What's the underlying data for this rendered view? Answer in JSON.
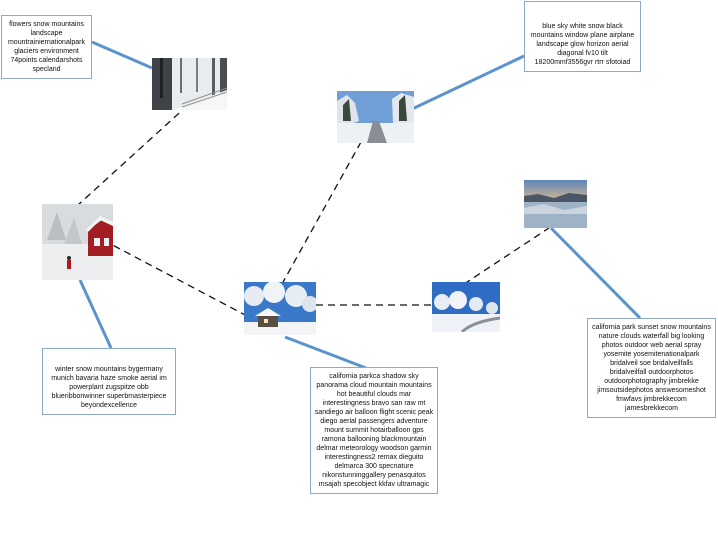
{
  "nodes": [
    {
      "id": "n1",
      "label": "flowers snow mountains landscape mountrainiernationalpark glaciers environment 74points calendarshots specland"
    },
    {
      "id": "n2",
      "label": "blue sky white snow black mountains window plane airplane landscape glow horizon aerial diagonal fv10 tilt 18200mmf3556gvr rtrr sfotoiad"
    },
    {
      "id": "n3",
      "label": "winter snow mountains bygermany munich bavaria haze smoke aerial im powerplant zugspitze obb blueribbonwinner superbmasterpiece beyondexcellence"
    },
    {
      "id": "n4",
      "label": "california parkca shadow sky panorama cloud mountain mountains hot beautiful clouds mar interestingness bravo san raw mt sandiego air balloon flight scenic peak diego aerial passengers adventure mount summit hotairballoon gps ramona ballooning blackmountain delmar meteorology woodson garmin interestingness2 remax dieguito delmarca 300 specnature nikonstunninggallery penasquitos msajah specobject kkfav ultramagic"
    },
    {
      "id": "n5",
      "label": "california park sunset snow mountains nature clouds waterfall big looking photos outdoor web aerial spray yosemite yosemitenationalpark bridalveil soe bridalveilfalls bridalveilfall outdoorphotos outdoorphotography jimbrekke jimsoutsidephotos answesomeshot fmwfavs jimbrekkecom jamesbrekkecom"
    }
  ]
}
